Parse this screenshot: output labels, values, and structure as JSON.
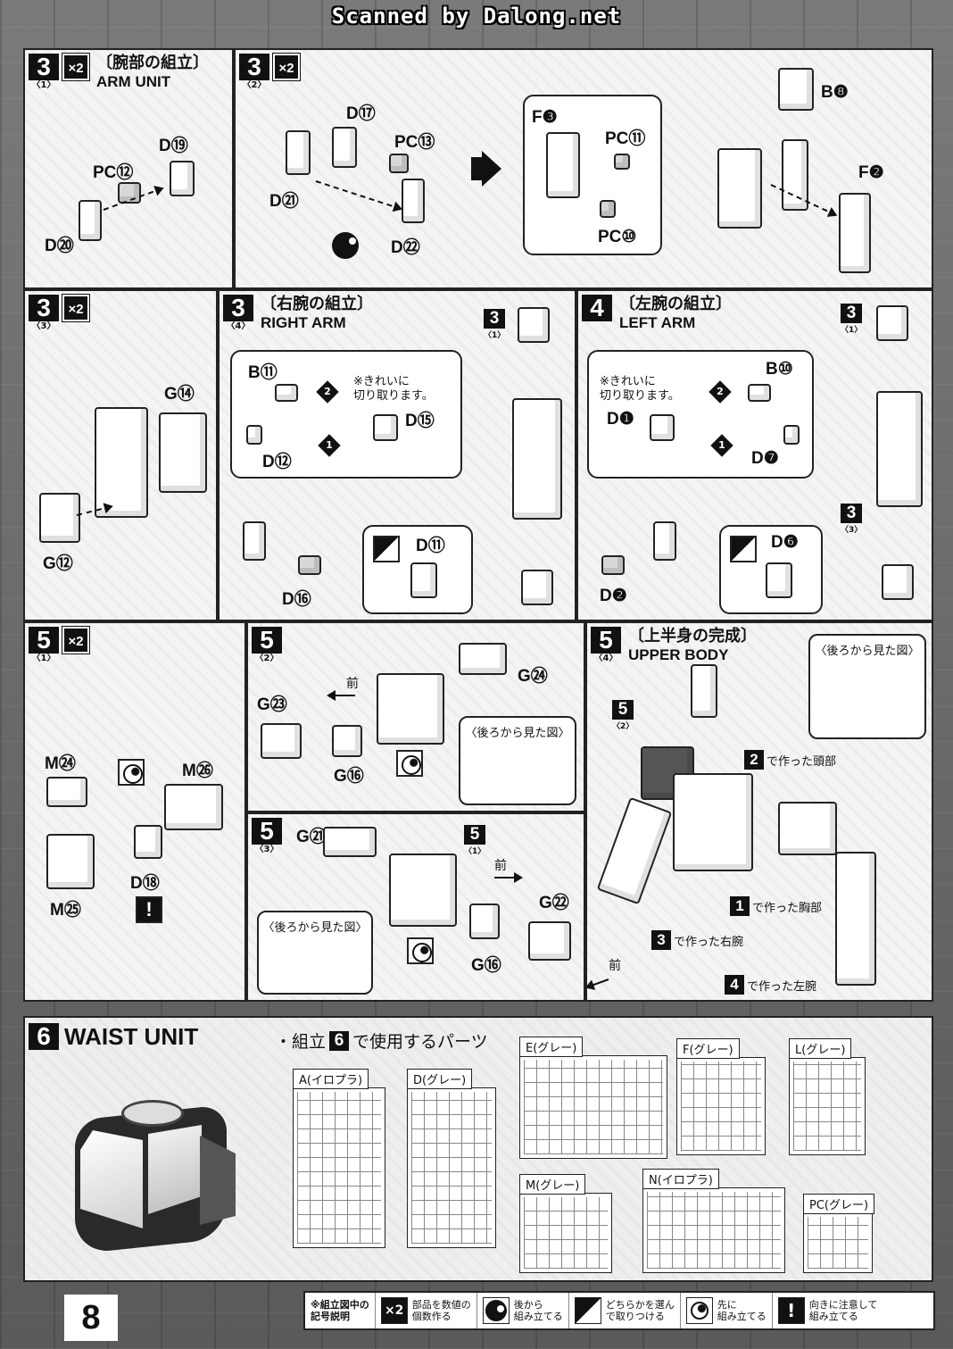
{
  "banner": "Scanned by Dalong.net",
  "page_number": "8",
  "steps": {
    "s3_1": {
      "num": "3",
      "sub": "〈1〉",
      "multiplier": "×2",
      "title_jp": "〔腕部の組立〕",
      "title_en": "ARM UNIT",
      "parts": [
        "D⑲",
        "PC⑫",
        "D⑳"
      ]
    },
    "s3_2": {
      "num": "3",
      "sub": "〈2〉",
      "multiplier": "×2",
      "parts": [
        "D⑰",
        "PC⑬",
        "D㉑",
        "D㉒",
        "F❸",
        "PC⑪",
        "PC⑩",
        "B❽",
        "F❷"
      ]
    },
    "s3_3": {
      "num": "3",
      "sub": "〈3〉",
      "multiplier": "×2",
      "parts": [
        "G⑭",
        "G⑫"
      ]
    },
    "s3_4": {
      "num": "3",
      "sub": "〈4〉",
      "title_jp": "〔右腕の組立〕",
      "title_en": "RIGHT ARM",
      "parts": [
        "B⑪",
        "D⑮",
        "D⑫",
        "D⑪",
        "D⑯"
      ],
      "note": "※きれいに\n切り取ります。",
      "ref_num": "3",
      "ref_sub": "〈1〉",
      "seq1": "1",
      "seq2": "2"
    },
    "s4": {
      "num": "4",
      "title_jp": "〔左腕の組立〕",
      "title_en": "LEFT ARM",
      "parts": [
        "B⑩",
        "D❶",
        "D❼",
        "D❻",
        "D❷"
      ],
      "note": "※きれいに\n切り取ります。",
      "ref_top_num": "3",
      "ref_top_sub": "〈1〉",
      "ref_bot_num": "3",
      "ref_bot_sub": "〈3〉",
      "seq1": "1",
      "seq2": "2"
    },
    "s5_1": {
      "num": "5",
      "sub": "〈1〉",
      "multiplier": "×2",
      "parts": [
        "M㉔",
        "M㉖",
        "M㉕",
        "D⑱"
      ]
    },
    "s5_2": {
      "num": "5",
      "sub": "〈2〉",
      "front": "前",
      "back_view": "〈後ろから見た図〉",
      "parts": [
        "G㉔",
        "G㉓",
        "G⑯"
      ]
    },
    "s5_3": {
      "num": "5",
      "sub": "〈3〉",
      "front": "前",
      "back_view": "〈後ろから見た図〉",
      "ref_num": "5",
      "ref_sub": "〈1〉",
      "parts": [
        "G㉑",
        "G㉒",
        "G⑯"
      ]
    },
    "s5_4": {
      "num": "5",
      "sub": "〈4〉",
      "title_jp": "〔上半身の完成〕",
      "title_en": "UPPER BODY",
      "back_view": "〈後ろから見た図〉",
      "front": "前",
      "ref_num": "5",
      "ref_sub": "〈2〉",
      "made": [
        {
          "n": "2",
          "text": "で作った頭部"
        },
        {
          "n": "1",
          "text": "で作った胸部"
        },
        {
          "n": "3",
          "text": "で作った右腕"
        },
        {
          "n": "4",
          "text": "で作った左腕"
        }
      ]
    },
    "s6": {
      "num": "6",
      "title_en": "WAIST UNIT",
      "parts_heading_pre": "・組立",
      "parts_heading_num": "6",
      "parts_heading_post": "で使用するパーツ",
      "runners": [
        {
          "label": "A(イロプラ)"
        },
        {
          "label": "D(グレー)"
        },
        {
          "label": "E(グレー)"
        },
        {
          "label": "F(グレー)"
        },
        {
          "label": "L(グレー)"
        },
        {
          "label": "M(グレー)"
        },
        {
          "label": "N(イロプラ)"
        },
        {
          "label": "PC(グレー)"
        }
      ]
    }
  },
  "legend": {
    "title": "※組立図中の\n記号説明",
    "items": [
      {
        "icon": "x2-icon",
        "symbol": "×2",
        "text": "部品を数値の\n個数作る"
      },
      {
        "icon": "back-assembly-icon",
        "text": "後から\n組み立てる"
      },
      {
        "icon": "choose-one-icon",
        "text": "どちらかを選ん\nで取りつける"
      },
      {
        "icon": "assemble-first-icon",
        "text": "先に\n組み立てる"
      },
      {
        "icon": "caution-icon",
        "symbol": "!",
        "text": "向きに注意して\n組み立てる"
      }
    ]
  }
}
